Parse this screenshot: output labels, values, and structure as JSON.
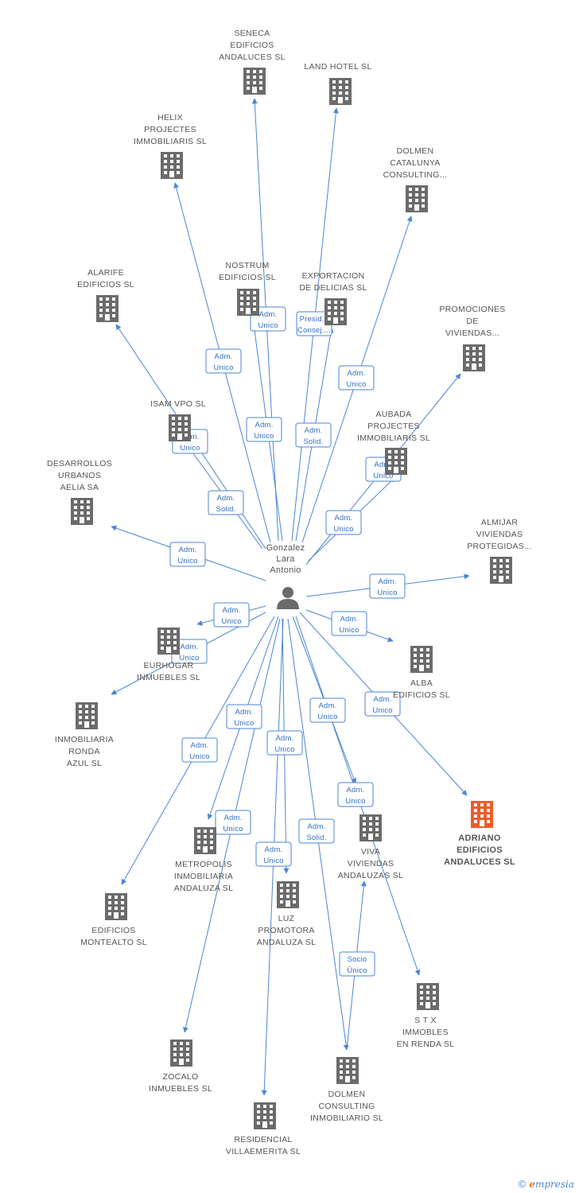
{
  "colors": {
    "edge": "#4a86d4",
    "edge_text": "#2f6fc4",
    "building": "#6b6b6b",
    "building_highlight": "#f05a2a",
    "label": "#555555"
  },
  "center": {
    "label": [
      "Gonzalez",
      "Lara",
      "Antonio"
    ],
    "icon": "person-icon"
  },
  "nodes": [
    {
      "id": "seneca",
      "label": [
        "SENECA",
        "EDIFICIOS",
        "ANDALUCES SL"
      ]
    },
    {
      "id": "land-hotel",
      "label": [
        "LAND HOTEL SL"
      ]
    },
    {
      "id": "helix",
      "label": [
        "HELIX",
        "PROJECTES",
        "IMMOBILIARIS SL"
      ]
    },
    {
      "id": "dolmen-catalunya",
      "label": [
        "DOLMEN",
        "CATALUNYA",
        "CONSULTING..."
      ]
    },
    {
      "id": "alarife",
      "label": [
        "ALARIFE",
        "EDIFICIOS SL"
      ]
    },
    {
      "id": "nostrum",
      "label": [
        "NOSTRUM",
        "EDIFICIOS SL"
      ]
    },
    {
      "id": "exportacion",
      "label": [
        "EXPORTACION",
        "DE DELICIAS SL"
      ]
    },
    {
      "id": "promociones",
      "label": [
        "PROMOCIONES",
        "DE",
        "VIVIENDAS..."
      ]
    },
    {
      "id": "isam",
      "label": [
        "ISAM VPO SL"
      ]
    },
    {
      "id": "aubada",
      "label": [
        "AUBADA",
        "PROJECTES",
        "IMMOBILIARIS SL"
      ]
    },
    {
      "id": "desarrollos",
      "label": [
        "DESARROLLOS",
        "URBANOS",
        "AELIA SA"
      ]
    },
    {
      "id": "almijar",
      "label": [
        "ALMIJAR",
        "VIVIENDAS",
        "PROTEGIDAS..."
      ]
    },
    {
      "id": "eurhogar",
      "label": [
        "EURHOGAR",
        "INMUEBLES SL"
      ]
    },
    {
      "id": "alba",
      "label": [
        "ALBA",
        "EDIFICIOS SL"
      ]
    },
    {
      "id": "inmobiliaria-ronda",
      "label": [
        "INMOBILIARIA",
        "RONDA",
        "AZUL SL"
      ]
    },
    {
      "id": "adriano",
      "label": [
        "ADRIANO",
        "EDIFICIOS",
        "ANDALUCES SL"
      ],
      "highlight": true
    },
    {
      "id": "metropolis",
      "label": [
        "METROPOLIS",
        "INMOBILIARIA",
        "ANDALUZA SL"
      ]
    },
    {
      "id": "viva",
      "label": [
        "VIVA",
        "VIVIENDAS",
        "ANDALUZAS SL"
      ]
    },
    {
      "id": "edificios-montealto",
      "label": [
        "EDIFICIOS",
        "MONTEALTO SL"
      ]
    },
    {
      "id": "luz",
      "label": [
        "LUZ",
        "PROMOTORA",
        "ANDALUZA SL"
      ]
    },
    {
      "id": "stx",
      "label": [
        "S T X",
        "IMMOBLES",
        "EN RENDA SL"
      ]
    },
    {
      "id": "zocalo",
      "label": [
        "ZOCALO",
        "INMUEBLES SL"
      ]
    },
    {
      "id": "dolmen-consulting",
      "label": [
        "DOLMEN",
        "CONSULTING",
        "INMOBILIARIO SL"
      ]
    },
    {
      "id": "residencial",
      "label": [
        "RESIDENCIAL",
        "VILLAEMERITA SL"
      ]
    }
  ],
  "edges": [
    {
      "from": "center",
      "to": "seneca",
      "label": [
        "Adm.",
        "Unico"
      ]
    },
    {
      "from": "center",
      "to": "land-hotel",
      "label": [
        "Presid. ,",
        "Consej...."
      ]
    },
    {
      "from": "center",
      "to": "helix",
      "label": [
        "Adm.",
        "Unico"
      ]
    },
    {
      "from": "center",
      "to": "dolmen-catalunya",
      "label": [
        "Adm.",
        "Unico"
      ]
    },
    {
      "from": "center",
      "to": "alarife",
      "label": [
        "Adm.",
        "Solid."
      ]
    },
    {
      "from": "center",
      "to": "nostrum",
      "label": [
        "Adm.",
        "Unico"
      ]
    },
    {
      "from": "center",
      "to": "exportacion",
      "label": [
        "Adm.",
        "Solid."
      ]
    },
    {
      "from": "center",
      "to": "promociones",
      "label": [
        "Adm.",
        "Unico"
      ]
    },
    {
      "from": "center",
      "to": "isam",
      "label": [
        "Adm.",
        "Unico"
      ]
    },
    {
      "from": "center",
      "to": "aubada",
      "label": [
        "Adm.",
        "Unico"
      ]
    },
    {
      "from": "center",
      "to": "desarrollos",
      "label": [
        "Adm.",
        "Unico"
      ]
    },
    {
      "from": "center",
      "to": "almijar",
      "label": [
        "Adm.",
        "Unico"
      ]
    },
    {
      "from": "center",
      "to": "eurhogar",
      "label": [
        "Adm.",
        "Unico"
      ]
    },
    {
      "from": "center",
      "to": "alba",
      "label": [
        "Adm.",
        "Unico"
      ]
    },
    {
      "from": "center",
      "to": "inmobiliaria-ronda",
      "label": [
        "Adm.",
        "Unico"
      ]
    },
    {
      "from": "center",
      "to": "adriano",
      "label": [
        "Adm.",
        "Unico"
      ]
    },
    {
      "from": "center",
      "to": "metropolis",
      "label": [
        "Adm.",
        "Unico"
      ]
    },
    {
      "from": "center",
      "to": "viva",
      "label": [
        "Adm.",
        "Unico"
      ]
    },
    {
      "from": "center",
      "to": "edificios-montealto",
      "label": [
        "Adm.",
        "Unico"
      ]
    },
    {
      "from": "center",
      "to": "luz",
      "label": [
        "Adm.",
        "Unico"
      ]
    },
    {
      "from": "center",
      "to": "stx",
      "label": [
        "Adm.",
        "Unico"
      ]
    },
    {
      "from": "center",
      "to": "zocalo",
      "label": [
        "Adm.",
        "Unico"
      ]
    },
    {
      "from": "center",
      "to": "dolmen-consulting",
      "label": [
        "Adm.",
        "Solid."
      ]
    },
    {
      "from": "center",
      "to": "residencial",
      "label": [
        "Adm.",
        "Unico"
      ]
    },
    {
      "from": "dolmen-consulting",
      "to": "viva",
      "label": [
        "Socio",
        "Único"
      ]
    }
  ],
  "footer": {
    "copyright": "©",
    "brand_initial": "e",
    "brand_rest": "mpresia"
  }
}
